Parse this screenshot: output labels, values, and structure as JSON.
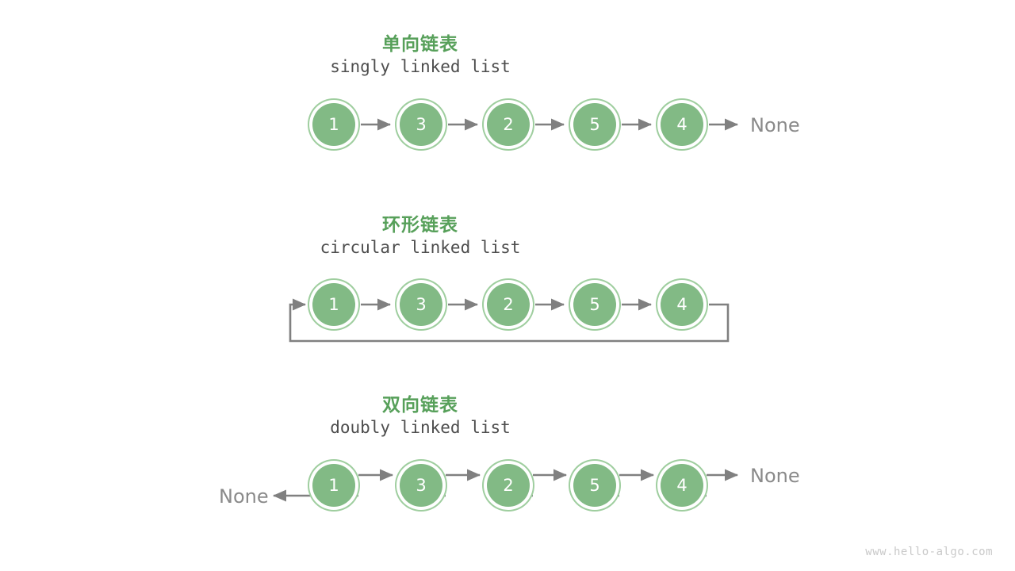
{
  "page": {
    "background": "#ffffff",
    "watermark": "www.hello-algo.com"
  },
  "colors": {
    "node_fill": "#82ba85",
    "node_ring": "#9fce9f",
    "node_text": "#ffffff",
    "title_green": "#57a05a",
    "subtitle_gray": "#4d4d4d",
    "arrow_gray": "#808080",
    "none_gray": "#8a8a8a",
    "watermark_gray": "#c9c9c9"
  },
  "sections": [
    {
      "id": "singly",
      "title_cn": "单向链表",
      "title_en": "singly linked list",
      "nodes": [
        "1",
        "3",
        "2",
        "5",
        "4"
      ],
      "tail_label": "None",
      "head_label": null,
      "arrow_style": "forward"
    },
    {
      "id": "circular",
      "title_cn": "环形链表",
      "title_en": "circular linked list",
      "nodes": [
        "1",
        "3",
        "2",
        "5",
        "4"
      ],
      "tail_label": null,
      "head_label": null,
      "arrow_style": "forward-with-loopback"
    },
    {
      "id": "doubly",
      "title_cn": "双向链表",
      "title_en": "doubly linked list",
      "nodes": [
        "1",
        "3",
        "2",
        "5",
        "4"
      ],
      "tail_label": "None",
      "head_label": "None",
      "arrow_style": "bidirectional"
    }
  ]
}
